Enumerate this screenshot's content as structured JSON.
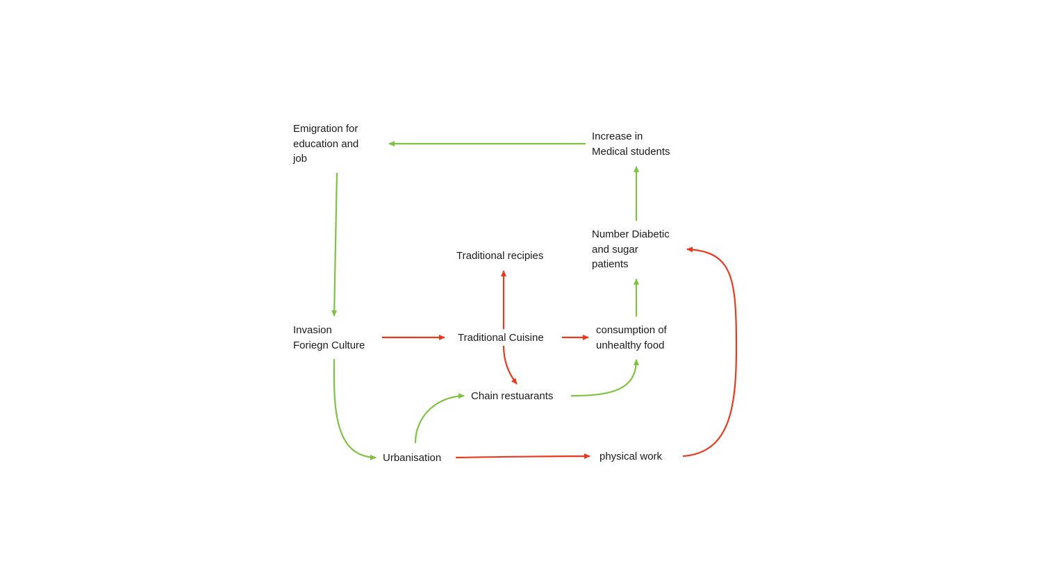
{
  "colors": {
    "positive_link": "#7dc242",
    "negative_link": "#e8391c",
    "text": "#1a1a1a",
    "background": "#ffffff"
  },
  "nodes": {
    "emigration": "Emigration for\neducation and\njob",
    "medical_students": "Increase in\nMedical students",
    "diabetic_patients": "Number Diabetic\nand sugar\npatients",
    "traditional_recipes": "Traditional recipies",
    "invasion_culture": "Invasion\nForiegn Culture",
    "traditional_cuisine": "Traditional Cuisine",
    "consumption": "consumption of\nunhealthy food",
    "chain_restaurants": "Chain restuarants",
    "urbanisation": "Urbanisation",
    "physical_work": "physical work"
  },
  "links": [
    {
      "from": "Increase in Medical students",
      "to": "Emigration for education and job",
      "polarity": "positive"
    },
    {
      "from": "Emigration for education and job",
      "to": "Invasion Foriegn Culture",
      "polarity": "positive"
    },
    {
      "from": "Number Diabetic and sugar patients",
      "to": "Increase in Medical students",
      "polarity": "positive"
    },
    {
      "from": "consumption of unhealthy food",
      "to": "Number Diabetic and sugar patients",
      "polarity": "positive"
    },
    {
      "from": "Traditional Cuisine",
      "to": "Traditional recipies",
      "polarity": "negative"
    },
    {
      "from": "Invasion Foriegn Culture",
      "to": "Traditional Cuisine",
      "polarity": "negative"
    },
    {
      "from": "Traditional Cuisine",
      "to": "consumption of unhealthy food",
      "polarity": "negative"
    },
    {
      "from": "Traditional Cuisine",
      "to": "Chain restuarants",
      "polarity": "negative"
    },
    {
      "from": "Chain restuarants",
      "to": "consumption of unhealthy food",
      "polarity": "positive"
    },
    {
      "from": "Invasion Foriegn Culture",
      "to": "Urbanisation",
      "polarity": "positive"
    },
    {
      "from": "Urbanisation",
      "to": "Chain restuarants",
      "polarity": "positive"
    },
    {
      "from": "Urbanisation",
      "to": "physical work",
      "polarity": "negative"
    },
    {
      "from": "physical work",
      "to": "Number Diabetic and sugar patients",
      "polarity": "negative"
    }
  ]
}
